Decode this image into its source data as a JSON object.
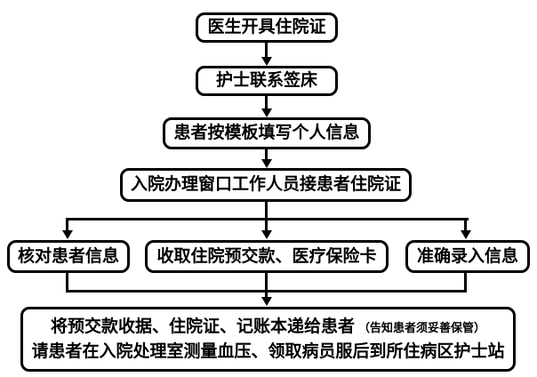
{
  "flowchart": {
    "title_hint": "hospital-admission-process",
    "colors": {
      "line": "#000000",
      "box_border": "#000000",
      "box_fill": "#ffffff",
      "text": "#000000"
    },
    "nodes": {
      "step1": "医生开具住院证",
      "step2": "护士联系签床",
      "step3": "患者按模板填写个人信息",
      "step4": "入院办理窗口工作人员接患者住院证",
      "branch_left": "核对患者信息",
      "branch_middle": "收取住院预交款、医疗保险卡",
      "branch_right": "准确录入信息",
      "final_line1_main": "将预交款收据、住院证、记账本递给患者",
      "final_line1_note": "（告知患者须妥善保管）",
      "final_line2": "请患者在入院处理室测量血压、领取病员服后到所住病区护士站"
    }
  }
}
